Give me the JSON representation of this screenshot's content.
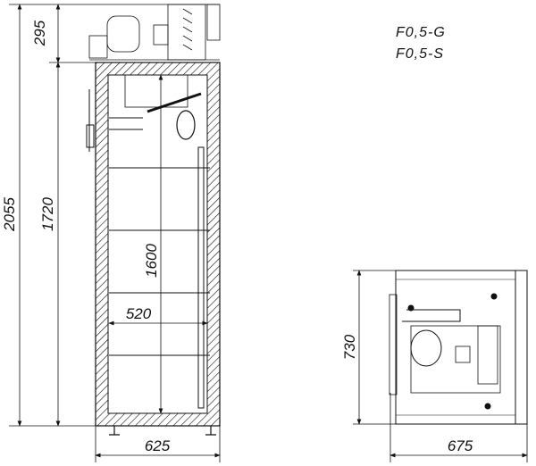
{
  "models": [
    "F0,5-G",
    "F0,5-S"
  ],
  "dimensions": {
    "compressor_height": "295",
    "total_height": "2055",
    "cabinet_height": "1720",
    "inner_height": "1600",
    "inner_width": "520",
    "front_width": "625",
    "side_width": "675",
    "depth": "730"
  }
}
